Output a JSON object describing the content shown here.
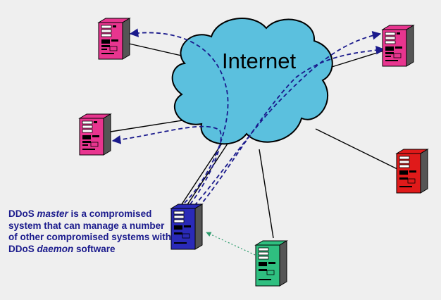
{
  "cloud": {
    "label": "Internet",
    "color": "#5bc0de"
  },
  "caption": {
    "part1": "DDoS ",
    "master_word": "master",
    "part2": " is a compromised system that can manage a number of other compromised systems with DDoS ",
    "daemon_word": "daemon",
    "part3": " software"
  },
  "colors": {
    "background": "#efefef",
    "daemon_computer": "#e8358f",
    "master_computer": "#2a2ab8",
    "attacker_computer": "#2fbf80",
    "target_computer": "#e01a1a",
    "control_link": "#1a1a8c",
    "wire": "#000000"
  },
  "nodes": [
    {
      "id": "daemon-top-left",
      "role": "compromised daemon",
      "icon": "computer-tower-icon"
    },
    {
      "id": "daemon-middle-left",
      "role": "compromised daemon",
      "icon": "computer-tower-icon"
    },
    {
      "id": "daemon-top-right",
      "role": "compromised daemon",
      "icon": "computer-tower-icon"
    },
    {
      "id": "target-right",
      "role": "target",
      "icon": "computer-tower-icon"
    },
    {
      "id": "master",
      "role": "DDoS master",
      "icon": "computer-tower-icon"
    },
    {
      "id": "attacker",
      "role": "attacker",
      "icon": "computer-tower-icon"
    }
  ]
}
